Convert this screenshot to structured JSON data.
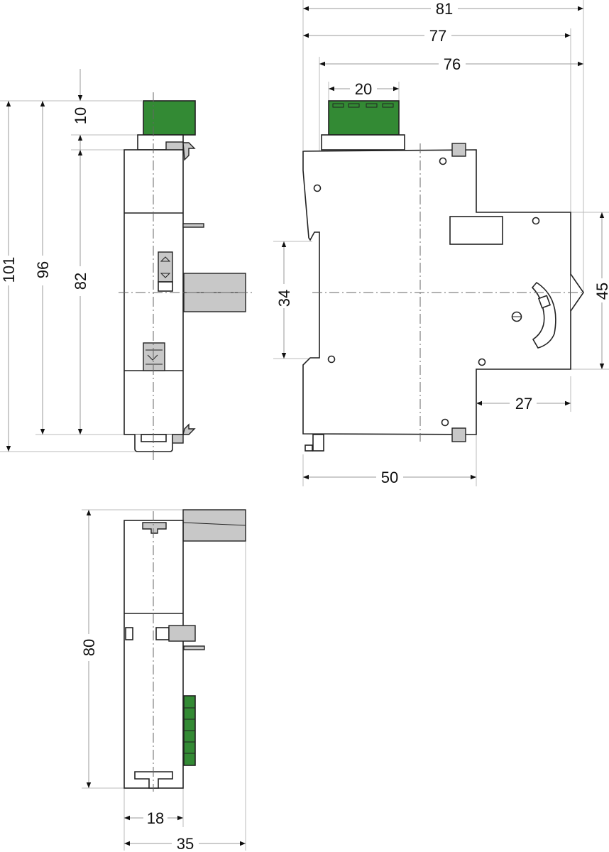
{
  "drawing": {
    "side_view": {
      "dims": {
        "overall_height": "101",
        "height_96": "96",
        "body_height": "82",
        "connector_height": "10"
      }
    },
    "front_view": {
      "dims": {
        "overall_depth": "81",
        "depth_77": "77",
        "depth_76": "76",
        "connector_width": "20",
        "rail_height": "34",
        "front_height": "45",
        "front_depth": "27",
        "rail_to_step": "50"
      }
    },
    "bottom_view": {
      "dims": {
        "length": "80",
        "body_width": "18",
        "overall_width": "35"
      }
    },
    "colors": {
      "connector": "#338a34",
      "part_gray": "#c8c8c8"
    }
  }
}
